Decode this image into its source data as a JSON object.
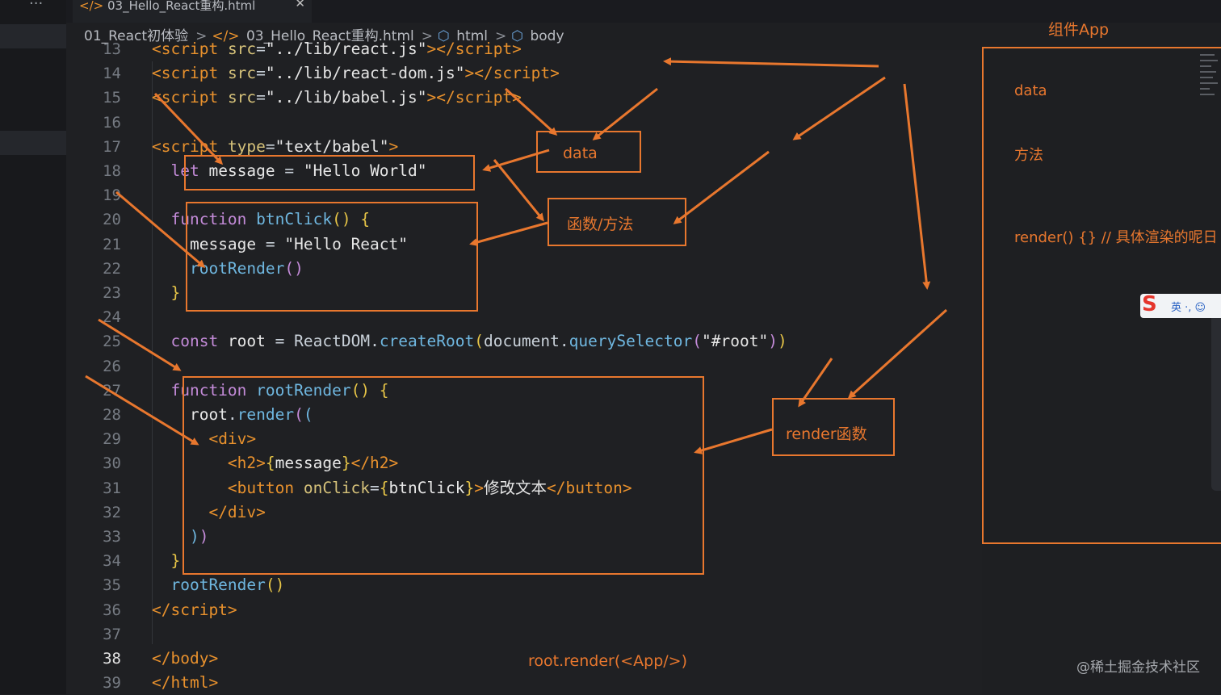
{
  "tab": {
    "icon": "</>",
    "label": "03_Hello_React重构.html",
    "close": "✕"
  },
  "activity": {
    "more": "···"
  },
  "breadcrumb": {
    "folder": "01_React初体验",
    "file_icon": "</>",
    "file": "03_Hello_React重构.html",
    "html": "html",
    "body": "body",
    "sep": ">",
    "cube": "⬡"
  },
  "code_lines": [
    {
      "n": "13",
      "html": "<span class='c-tag'>&lt;script</span> <span class='c-attr'>src</span>=<span class='c-str'>\"../lib/react.js\"</span><span class='c-tag'>&gt;&lt;/script&gt;</span>"
    },
    {
      "n": "14",
      "html": "<span class='c-tag'>&lt;script</span> <span class='c-attr'>src</span>=<span class='c-str'>\"../lib/react-dom.js\"</span><span class='c-tag'>&gt;&lt;/script&gt;</span>"
    },
    {
      "n": "15",
      "html": "<span class='c-tag'>&lt;script</span> <span class='c-attr'>src</span>=<span class='c-str'>\"../lib/babel.js\"</span><span class='c-tag'>&gt;&lt;/script&gt;</span>"
    },
    {
      "n": "16",
      "html": ""
    },
    {
      "n": "17",
      "html": "<span class='c-tag'>&lt;script</span> <span class='c-attr'>type</span>=<span class='c-str'>\"text/babel\"</span><span class='c-tag'>&gt;</span>"
    },
    {
      "n": "18",
      "html": "  <span class='c-kw'>let</span> <span class='c-var'>message</span> = <span class='c-str'>\"Hello World\"</span>"
    },
    {
      "n": "19",
      "html": ""
    },
    {
      "n": "20",
      "html": "  <span class='c-kw'>function</span> <span class='c-fn'>btnClick</span><span class='c-br'>()</span> <span class='c-br'>{</span>"
    },
    {
      "n": "21",
      "html": "    <span class='c-var'>message</span> = <span class='c-str'>\"Hello React\"</span>"
    },
    {
      "n": "22",
      "html": "    <span class='c-fn'>rootRender</span><span class='c-kw'>()</span>"
    },
    {
      "n": "23",
      "html": "  <span class='c-br'>}</span>"
    },
    {
      "n": "24",
      "html": ""
    },
    {
      "n": "25",
      "html": "  <span class='c-kw'>const</span> <span class='c-var'>root</span> = <span class='c-pl'>ReactDOM</span>.<span class='c-fn'>createRoot</span><span class='c-br'>(</span><span class='c-pl'>document</span>.<span class='c-fn'>querySelector</span><span class='c-kw'>(</span><span class='c-str'>\"#root\"</span><span class='c-kw'>)</span><span class='c-br'>)</span>"
    },
    {
      "n": "26",
      "html": ""
    },
    {
      "n": "27",
      "html": "  <span class='c-kw'>function</span> <span class='c-fn'>rootRender</span><span class='c-br'>()</span> <span class='c-br'>{</span>"
    },
    {
      "n": "28",
      "html": "    <span class='c-var'>root</span>.<span class='c-fn'>render</span><span class='c-kw'>(</span><span class='c-fn'>(</span>"
    },
    {
      "n": "29",
      "html": "      <span class='c-jsx'>&lt;div&gt;</span>"
    },
    {
      "n": "30",
      "html": "        <span class='c-jsx'>&lt;h2&gt;</span><span class='c-br'>{</span><span class='c-var'>message</span><span class='c-br'>}</span><span class='c-jsx'>&lt;/h2&gt;</span>"
    },
    {
      "n": "31",
      "html": "        <span class='c-jsx'>&lt;button</span> <span class='c-attr'>onClick</span>=<span class='c-br'>{</span><span class='c-var'>btnClick</span><span class='c-br'>}</span><span class='c-jsx'>&gt;</span><span class='c-cn'>修改文本</span><span class='c-jsx'>&lt;/button&gt;</span>"
    },
    {
      "n": "32",
      "html": "      <span class='c-jsx'>&lt;/div&gt;</span>"
    },
    {
      "n": "33",
      "html": "    <span class='c-fn'>)</span><span class='c-kw'>)</span>"
    },
    {
      "n": "34",
      "html": "  <span class='c-br'>}</span>"
    },
    {
      "n": "35",
      "html": "  <span class='c-fn'>rootRender</span><span class='c-br'>()</span>"
    },
    {
      "n": "36",
      "html": "<span class='c-tag'>&lt;/script&gt;</span>"
    },
    {
      "n": "37",
      "html": ""
    },
    {
      "n": "38",
      "html": "<span class='c-tag'>&lt;/body&gt;</span>"
    },
    {
      "n": "39",
      "html": "<span class='c-tag'>&lt;/html&gt;</span>"
    }
  ],
  "current_line": "38",
  "annotations": {
    "data_label": "data",
    "method_label": "函数/方法",
    "render_label": "render函数",
    "footer_note": "root.render(<App/>)"
  },
  "app_panel": {
    "title": "组件App",
    "data": "data",
    "method": "方法",
    "render": "render() {} // 具体渲染的呢日"
  },
  "ime": {
    "logo": "S",
    "text": "英 ·, ☺"
  },
  "watermark": "@稀土掘金技术社区",
  "colors": {
    "accent": "#e8772e",
    "background": "#1f2023"
  }
}
